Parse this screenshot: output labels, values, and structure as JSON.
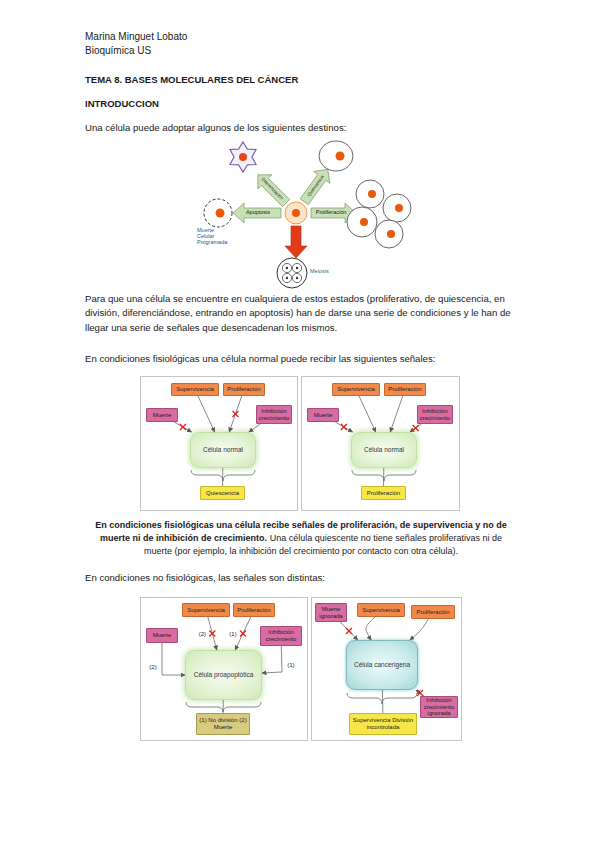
{
  "diagram": {
    "title": "TEMA 8. BASES MOLECULARES DEL CÁNCER",
    "nodes": [
      {
        "text": [
          "Supervivencia"
        ]
      },
      {
        "text": [
          "Proliferación"
        ]
      },
      {
        "text": [
          "Muerte"
        ]
      },
      {
        "text": [
          "Inhibición crecimiento"
        ]
      },
      {
        "text": [
          "Célula normal"
        ]
      },
      {
        "text": [
          "Quiescencia"
        ]
      },
      {
        "text": [
          "Supervivencia"
        ]
      },
      {
        "text": [
          "Proliferación"
        ]
      },
      {
        "text": [
          "Muerte"
        ]
      },
      {
        "text": [
          "Inhibición crecimiento"
        ]
      },
      {
        "text": [
          "Célula normal"
        ]
      },
      {
        "text": [
          "Proliferación"
        ]
      },
      {
        "text": [
          "Supervivencia"
        ]
      },
      {
        "text": [
          "Proliferación"
        ]
      },
      {
        "text": [
          "Muerte"
        ]
      },
      {
        "text": [
          "Inhibición crecimiento"
        ]
      },
      {
        "text": [
          "Célula proapoptótica"
        ]
      },
      {
        "text": [
          "(1) No división (2) Muerte"
        ]
      },
      {
        "text": [
          "Muerte ignorada"
        ]
      },
      {
        "text": [
          "Supervivencia"
        ]
      },
      {
        "text": [
          "Proliferación"
        ]
      },
      {
        "text": [
          "Célula cancerígena"
        ]
      },
      {
        "text": [
          "Inhibición crecimiento ignorada"
        ]
      },
      {
        "text": [
          "Supervivencia División incontrolada"
        ]
      }
    ],
    "edges": [
      {
        "from": 0,
        "to": 4,
        "arrow": "to"
      },
      {
        "from": 1,
        "to": 4,
        "arrow": "to"
      },
      {
        "from": 2,
        "to": 4,
        "arrow": "to"
      },
      {
        "from": 3,
        "to": 4,
        "arrow": "to"
      },
      {
        "from": 4,
        "to": 5,
        "arrow": "none"
      },
      {
        "from": 6,
        "to": 10,
        "arrow": "to"
      },
      {
        "from": 7,
        "to": 10,
        "arrow": "to"
      },
      {
        "from": 8,
        "to": 10,
        "arrow": "to"
      },
      {
        "from": 9,
        "to": 10,
        "arrow": "to"
      },
      {
        "from": 10,
        "to": 11,
        "arrow": "none"
      },
      {
        "from": 12,
        "to": 16,
        "arrow": "to",
        "label": "(2)"
      },
      {
        "from": 13,
        "to": 16,
        "arrow": "to",
        "label": "(1)"
      },
      {
        "from": 14,
        "to": 16,
        "arrow": "to",
        "label": "(2)"
      },
      {
        "from": 15,
        "to": 16,
        "arrow": "to",
        "label": "(1)"
      },
      {
        "from": 16,
        "to": 17,
        "arrow": "none"
      },
      {
        "from": 18,
        "to": 21,
        "arrow": "to"
      },
      {
        "from": 19,
        "to": 21,
        "arrow": "to"
      },
      {
        "from": 20,
        "to": 21,
        "arrow": "to"
      },
      {
        "from": 22,
        "to": 21,
        "arrow": "to"
      },
      {
        "from": 21,
        "to": 23,
        "arrow": "none"
      }
    ],
    "labels": [
      "Marina Minguet Lobato",
      "Bioquímica US",
      "INTRODUCCION",
      "Una célula puede adoptar algunos de los siguientes destinos:",
      "Diferenciación",
      "Quiescencia",
      "Apoptosis",
      "Proliferación",
      "Muerte Celular Programada",
      "Meiosis",
      "Para que una célula se encuentre en cualquiera de estos estados (proliferativo, de quiescencia, en división, diferenciándose, entrando en apoptosis) han de darse una serie de condiciones y le han de llegar una serie de señales que desencadenan los mismos.",
      "En condiciones fisiológicas una célula normal puede recibir las siguientes señales:",
      "En condiciones fisiológicas una célula recibe señales de proliferación, de supervivencia y no de muerte ni de inhibición de crecimiento.",
      "Una célula quiescente no tiene señales proliferativas ni de muerte (por ejemplo, la inhibición del crecimiento por contacto con otra célula).",
      "En condiciones no fisiológicas, las señales son distintas:"
    ]
  }
}
